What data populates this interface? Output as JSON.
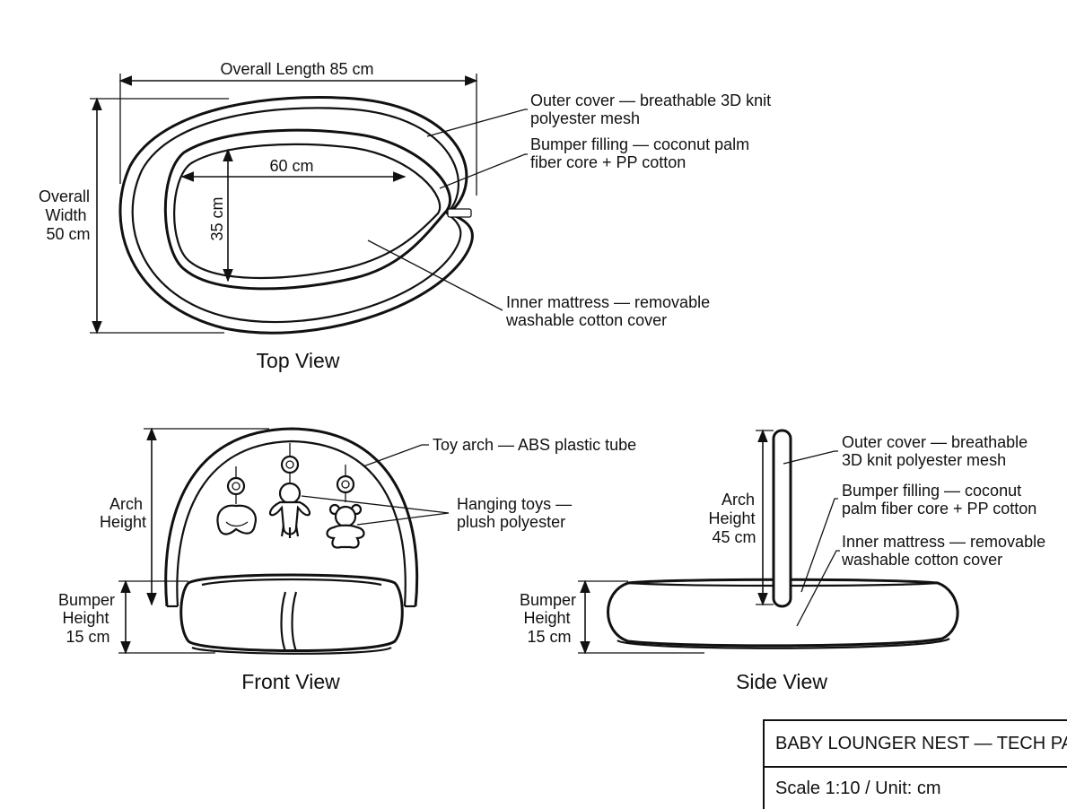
{
  "top_view": {
    "title": "Top View",
    "overall_length": "Overall Length 85 cm",
    "overall_width": [
      "Overall",
      "Width",
      "50 cm"
    ],
    "inner_length": "60 cm",
    "inner_width": "35 cm",
    "callout_outer": [
      "Outer cover — breathable 3D knit",
      "polyester mesh"
    ],
    "callout_bumper": [
      "Bumper filling — coconut palm",
      "fiber core + PP cotton"
    ],
    "callout_mattress": [
      "Inner mattress — removable",
      "washable cotton cover"
    ]
  },
  "front_view": {
    "title": "Front View",
    "arch_height": [
      "Arch",
      "Height"
    ],
    "bumper_height": [
      "Bumper",
      "Height",
      "15 cm"
    ],
    "callout_arch": "Toy arch — ABS plastic tube",
    "callout_toys": [
      "Hanging toys —",
      "plush polyester"
    ]
  },
  "side_view": {
    "title": "Side View",
    "arch_height": [
      "Arch",
      "Height",
      "45 cm"
    ],
    "bumper_height": [
      "Bumper",
      "Height",
      "15 cm"
    ],
    "callout_outer": [
      "Outer cover — breathable",
      "3D knit polyester mesh"
    ],
    "callout_bumper": [
      "Bumper filling — coconut",
      "palm fiber core + PP cotton"
    ],
    "callout_mattress": [
      "Inner mattress — removable",
      "washable cotton cover"
    ]
  },
  "title_block": {
    "name": "BABY LOUNGER NEST — TECH PACK",
    "scale": "Scale 1:10 / Unit: cm"
  }
}
